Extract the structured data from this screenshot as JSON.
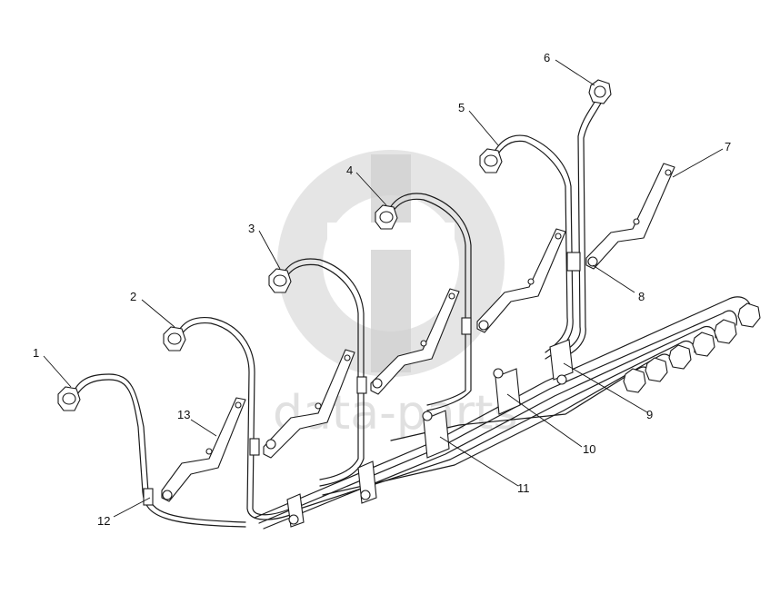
{
  "diagram": {
    "watermark_text": "data-parts",
    "callouts": [
      {
        "id": "1",
        "label": "1"
      },
      {
        "id": "2",
        "label": "2"
      },
      {
        "id": "3",
        "label": "3"
      },
      {
        "id": "4",
        "label": "4"
      },
      {
        "id": "5",
        "label": "5"
      },
      {
        "id": "6",
        "label": "6"
      },
      {
        "id": "7",
        "label": "7"
      },
      {
        "id": "8",
        "label": "8"
      },
      {
        "id": "9",
        "label": "9"
      },
      {
        "id": "10",
        "label": "10"
      },
      {
        "id": "11",
        "label": "11"
      },
      {
        "id": "12",
        "label": "12"
      },
      {
        "id": "13",
        "label": "13"
      }
    ]
  }
}
